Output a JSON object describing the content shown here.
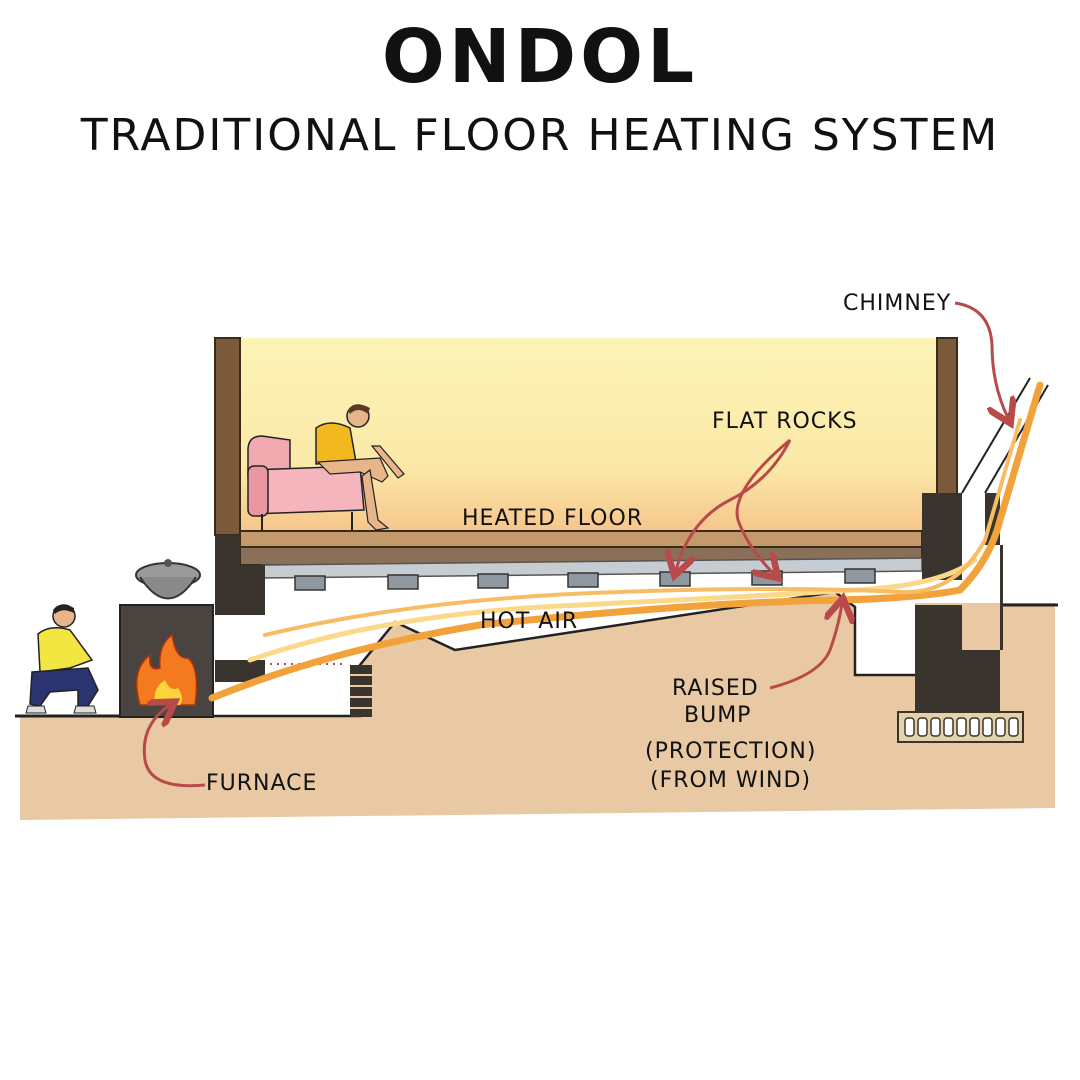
{
  "header": {
    "title": "ONDOL",
    "subtitle": "TRADITIONAL FLOOR HEATING  SYSTEM"
  },
  "labels": {
    "chimney": "CHIMNEY",
    "flat_rocks": "FLAT ROCKS",
    "heated_floor": "HEATED FLOOR",
    "hot_air": "HOT AIR",
    "raised_bump_line1": "RAISED",
    "raised_bump_line2": "BUMP",
    "protection_line1": "(PROTECTION)",
    "protection_line2": "(FROM WIND)",
    "furnace": "FURNACE"
  },
  "colors": {
    "ground": "#e8c9a3",
    "room_wall": "#fbf2b2",
    "room_warm": "#f7c98a",
    "wood": "#7a5a3a",
    "floor_wood": "#c49a6c",
    "stone": "#3a342f",
    "rock_slab": "#bfc6cc",
    "rock": "#8f98a0",
    "hot_air": "#f2a23a",
    "hot_air_light": "#fbd98a",
    "arrow": "#b84a4a",
    "fire": "#f47a1f"
  }
}
